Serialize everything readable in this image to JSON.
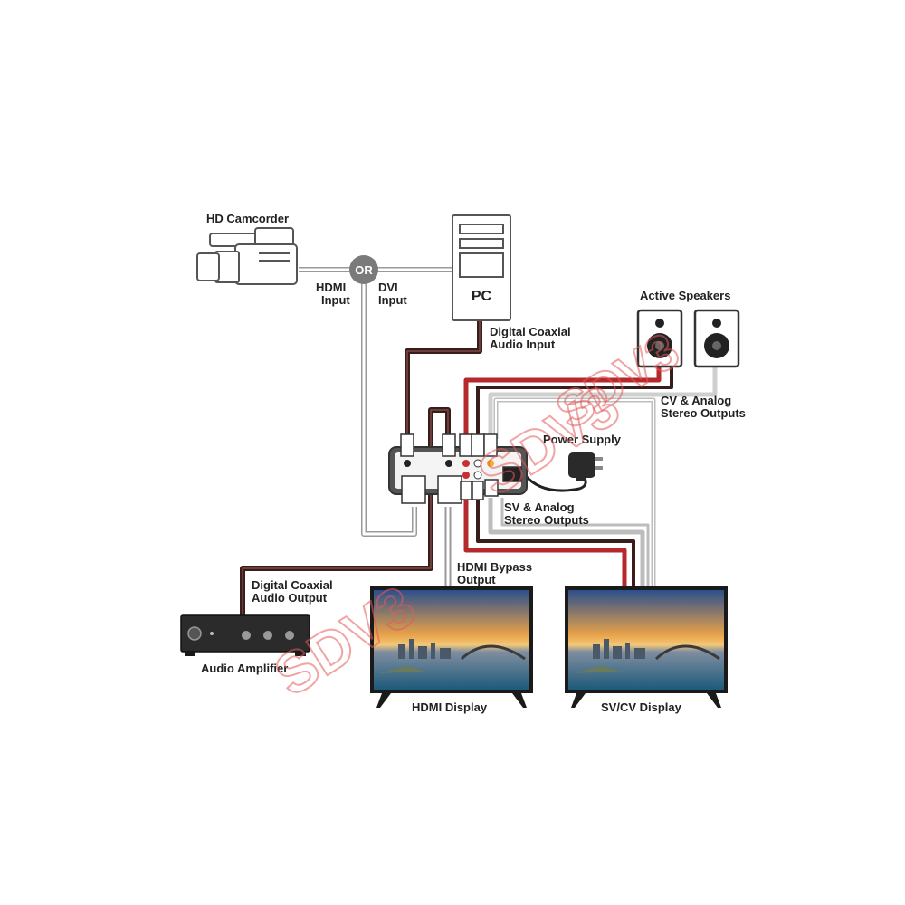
{
  "devices": {
    "camcorder": "HD Camcorder",
    "pc": "PC",
    "or_badge": "OR",
    "active_speakers": "Active Speakers",
    "power_supply": "Power Supply",
    "audio_amplifier": "Audio Amplifier",
    "hdmi_display": "HDMI Display",
    "sv_cv_display": "SV/CV Display"
  },
  "connections": {
    "hdmi_input": [
      "HDMI",
      "Input"
    ],
    "dvi_input": [
      "DVI",
      "Input"
    ],
    "digital_coaxial_audio_input": [
      "Digital Coaxial",
      "Audio Input"
    ],
    "cv_analog_stereo_outputs": [
      "CV & Analog",
      "Stereo Outputs"
    ],
    "sv_analog_stereo_outputs": [
      "SV & Analog",
      "Stereo Outputs"
    ],
    "hdmi_bypass_output": [
      "HDMI Bypass",
      "Output"
    ],
    "digital_coaxial_audio_output": [
      "Digital Coaxial",
      "Audio Output"
    ]
  },
  "watermark": "SDV3",
  "colors": {
    "cable_dark": "#3a1c1a",
    "cable_red": "#b5282b",
    "cable_light": "#cfcfcf",
    "device_outline": "#444444"
  }
}
